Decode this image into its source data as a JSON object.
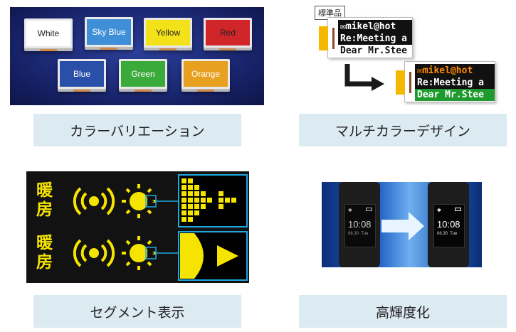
{
  "panels": [
    {
      "caption": "カラーバリエーション",
      "swatches": [
        {
          "label": "White",
          "color": "#ffffff",
          "text": "#222222"
        },
        {
          "label": "Sky Blue",
          "color": "#3f8fd8",
          "text": "#ffffff"
        },
        {
          "label": "Yellow",
          "color": "#f3e21a",
          "text": "#222222"
        },
        {
          "label": "Red",
          "color": "#d0262a",
          "text": "#222222"
        },
        {
          "label": "Blue",
          "color": "#2a4fa8",
          "text": "#ffffff"
        },
        {
          "label": "Green",
          "color": "#3aaa3a",
          "text": "#ffffff"
        },
        {
          "label": "Orange",
          "color": "#e8a020",
          "text": "#ffffff"
        }
      ]
    },
    {
      "caption": "マルチカラーデザイン",
      "badge": "標準品",
      "tag_before": {
        "line1": "✉mikel@hot",
        "line2": "Re:Meeting a",
        "line3": "Dear Mr.Stee"
      },
      "tag_after": {
        "line1": "✉mikel@hot",
        "line2": "Re:Meeting a",
        "line3": "Dear Mr.Stee"
      },
      "colors": {
        "accent": "#f5b800",
        "orange_text": "#e06a00",
        "green_text": "#1e9a2e"
      }
    },
    {
      "caption": "セグメント表示",
      "row1_label": "暖房",
      "row2_label": "暖房",
      "segment_color": "#f5e400",
      "frame_color": "#1ea8e0"
    },
    {
      "caption": "高輝度化",
      "watch_left": {
        "time": "10:08",
        "date": "06.30  Tue"
      },
      "watch_right": {
        "time": "10:08",
        "date": "06.30  Tue"
      }
    }
  ]
}
